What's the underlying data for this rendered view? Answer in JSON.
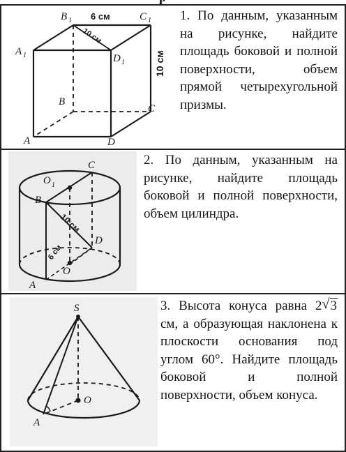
{
  "header": {
    "fragment": "р"
  },
  "tasks": [
    {
      "id": 1,
      "text": "1. По данным, указанным на рисунке, найдите площадь боковой и полной поверхности, объем прямой четырехугольной призмы.",
      "figure": {
        "labels": {
          "A": "A",
          "B": "B",
          "C": "C",
          "D": "D",
          "A1": "A",
          "B1": "B",
          "C1": "C",
          "D1": "D",
          "sub1": "1"
        },
        "measures": {
          "top_edge": "6 см",
          "diagonal": "10 см",
          "height": "10 см"
        }
      }
    },
    {
      "id": 2,
      "text": "2. По данным, указанным на рисунке, найдите площадь боковой и полной поверхности, объем цилиндра.",
      "figure": {
        "labels": {
          "O1": "O",
          "sub1": "1",
          "B": "B",
          "C": "C",
          "D": "D",
          "O": "O",
          "A": "A"
        },
        "measures": {
          "chord": "10 см",
          "radius": "6 см"
        }
      }
    },
    {
      "id": 3,
      "text_before": "3. Высота конуса равна",
      "height_coef": "2",
      "height_radicand": "3",
      "text_after": "см, а образующая наклонена к плоскости основания под углом 60°. Найдите площадь боковой и полной поверхности, объем конуса.",
      "figure": {
        "labels": {
          "S": "S",
          "O": "O",
          "A": "A"
        }
      }
    }
  ]
}
